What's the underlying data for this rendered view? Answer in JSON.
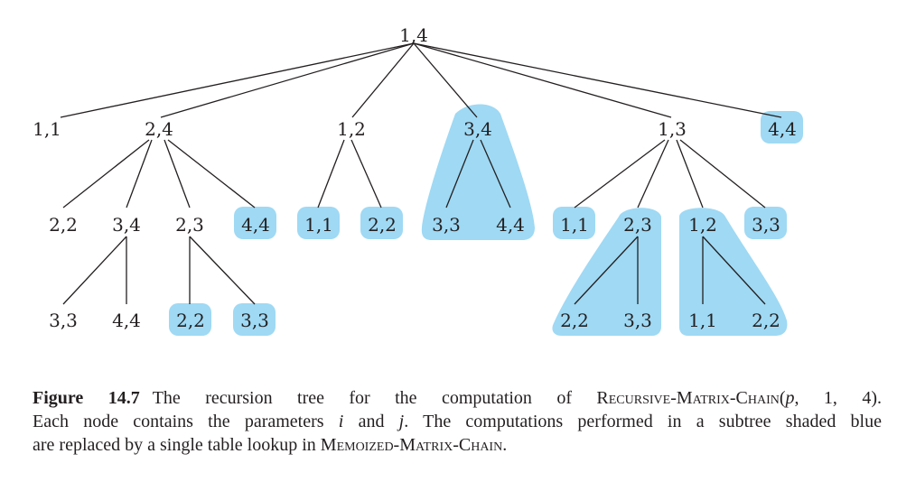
{
  "tree": {
    "nodes": {
      "root": "1,4",
      "n11": "1,1",
      "n24": "2,4",
      "n12": "1,2",
      "n34": "3,4",
      "n13": "1,3",
      "n44": "4,4",
      "n24_22": "2,2",
      "n24_34": "3,4",
      "n24_23": "2,3",
      "n24_44": "4,4",
      "n12_11": "1,1",
      "n12_22": "2,2",
      "n34_33": "3,3",
      "n34_44": "4,4",
      "n13_11": "1,1",
      "n13_23": "2,3",
      "n13_12": "1,2",
      "n13_33": "3,3",
      "l34_33": "3,3",
      "l34_44": "4,4",
      "l23_22": "2,2",
      "l23_33": "3,3",
      "r23_22": "2,2",
      "r23_33": "3,3",
      "r12_11": "1,1",
      "r12_22": "2,2"
    },
    "highlight_color": "#9fd9f4"
  },
  "caption": {
    "figure_label": "Figure 14.7",
    "line1_a": "The recursion tree for the computation of ",
    "line1_sc": "Recursive-Matrix-Chain",
    "line1_args_open": "(",
    "line1_args_p": "p",
    "line1_args_rest": ", 1, 4).",
    "line2_a": "Each node contains the parameters ",
    "line2_i": "i",
    "line2_b": " and ",
    "line2_j": "j",
    "line2_c": ". The computations performed in a subtree shaded blue",
    "line3_a": "are replaced by a single table lookup in ",
    "line3_sc": "Memoized-Matrix-Chain",
    "line3_end": "."
  }
}
